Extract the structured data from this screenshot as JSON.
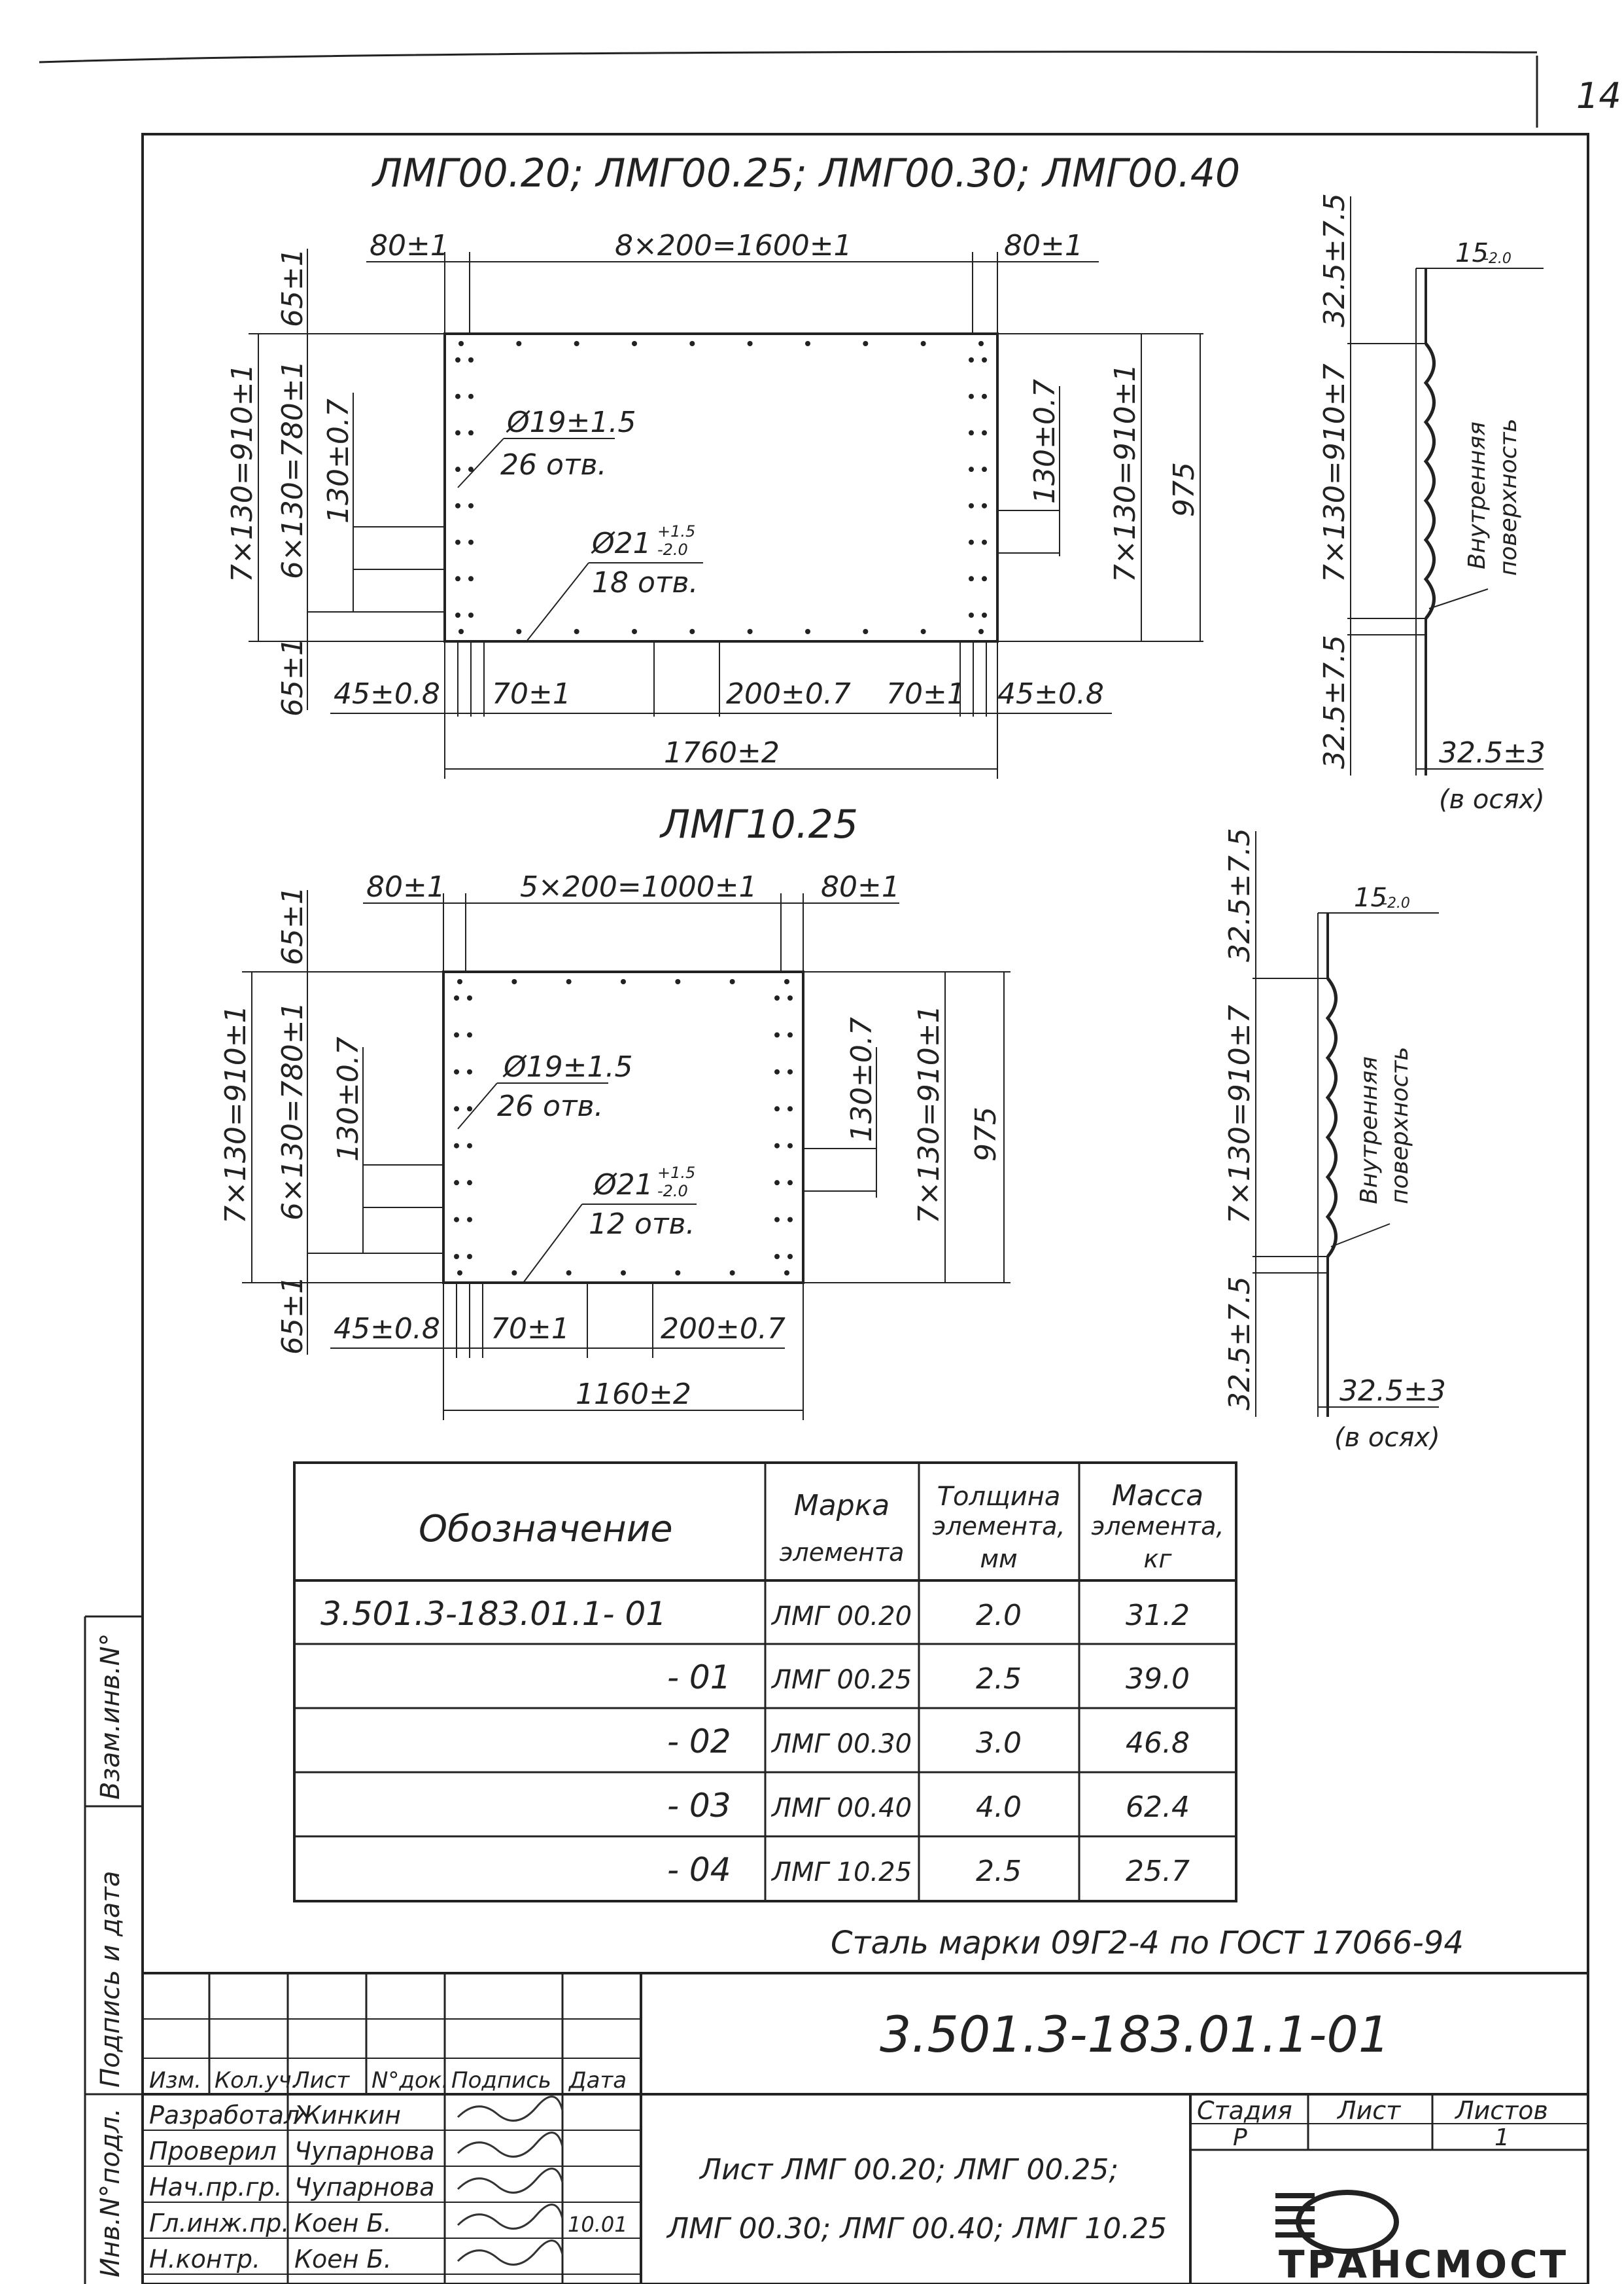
{
  "sheet_number": "14",
  "side_stamp": [
    "Инв.N°подл.",
    "Подпись и дата",
    "Взам.инв.N°"
  ],
  "drawing1": {
    "title": "ЛМГ00.20; ЛМГ00.25; ЛМГ00.30; ЛМГ00.40",
    "dim_top_left": "80±1",
    "dim_top_mid": "8×200=1600±1",
    "dim_top_right": "80±1",
    "dim_65_top": "65±1",
    "dim_65_bot": "65±1",
    "dim_left_outer": "7×130=910±1",
    "dim_left_mid": "6×130=780±1",
    "dim_left_inner": "130±0.7",
    "dim_right_inner": "130±0.7",
    "dim_right_mid": "7×130=910±1",
    "dim_right_outer": "975",
    "holes1_dia": "Ø19±1.5",
    "holes1_count": "26 отв.",
    "holes2_dia": "Ø21",
    "holes2_tol_up": "+1.5",
    "holes2_tol_dn": "-2.0",
    "holes2_count": "18 отв.",
    "dim_bot_45l": "45±0.8",
    "dim_bot_70l": "70±1",
    "dim_bot_200": "200±0.7",
    "dim_bot_70r": "70±1",
    "dim_bot_45r": "45±0.8",
    "dim_total": "1760±2"
  },
  "profile1": {
    "dim_top": "32.5±7.5",
    "dim_thk": "15",
    "dim_thk_tol": "-2.0",
    "dim_mid": "7×130=910±7",
    "label1": "Внутренняя",
    "label2": "поверхность",
    "dim_bot": "32.5±7.5",
    "dim_axis": "32.5±3",
    "dim_axis_note": "(в осях)"
  },
  "drawing2": {
    "title": "ЛМГ10.25",
    "dim_top_left": "80±1",
    "dim_top_mid": "5×200=1000±1",
    "dim_top_right": "80±1",
    "dim_65_top": "65±1",
    "dim_65_bot": "65±1",
    "dim_left_outer": "7×130=910±1",
    "dim_left_mid": "6×130=780±1",
    "dim_left_inner": "130±0.7",
    "dim_right_inner": "130±0.7",
    "dim_right_mid": "7×130=910±1",
    "dim_right_outer": "975",
    "holes1_dia": "Ø19±1.5",
    "holes1_count": "26 отв.",
    "holes2_dia": "Ø21",
    "holes2_tol_up": "+1.5",
    "holes2_tol_dn": "-2.0",
    "holes2_count": "12 отв.",
    "dim_bot_45l": "45±0.8",
    "dim_bot_70l": "70±1",
    "dim_bot_200": "200±0.7",
    "dim_total": "1160±2"
  },
  "profile2": {
    "dim_top": "32.5±7.5",
    "dim_thk": "15",
    "dim_thk_tol": "-2.0",
    "dim_mid": "7×130=910±7",
    "label1": "Внутренняя",
    "label2": "поверхность",
    "dim_bot": "32.5±7.5",
    "dim_axis": "32.5±3",
    "dim_axis_note": "(в осях)"
  },
  "table": {
    "headers": {
      "designation": "Обозначение",
      "mark_1": "Марка",
      "mark_2": "элемента",
      "thick_1": "Толщина",
      "thick_2": "элемента,",
      "thick_3": "мм",
      "mass_1": "Масса",
      "mass_2": "элемента,",
      "mass_3": "кг"
    },
    "rows": [
      {
        "designation": "3.501.3-183.01.1- 01",
        "mark": "ЛМГ 00.20",
        "thickness": "2.0",
        "mass": "31.2"
      },
      {
        "designation": "- 01",
        "mark": "ЛМГ 00.25",
        "thickness": "2.5",
        "mass": "39.0"
      },
      {
        "designation": "- 02",
        "mark": "ЛМГ 00.30",
        "thickness": "3.0",
        "mass": "46.8"
      },
      {
        "designation": "- 03",
        "mark": "ЛМГ 00.40",
        "thickness": "4.0",
        "mass": "62.4"
      },
      {
        "designation": "- 04",
        "mark": "ЛМГ 10.25",
        "thickness": "2.5",
        "mass": "25.7"
      }
    ]
  },
  "steel_note": "Сталь марки 09Г2-4 по ГОСТ 17066-94",
  "title_block": {
    "doc_code": "3.501.3-183.01.1-01",
    "col_headers": [
      "Изм.",
      "Кол.уч.",
      "Лист",
      "N°док.",
      "Подпись",
      "Дата"
    ],
    "roles": [
      {
        "role": "Разработал",
        "name": "Жинкин",
        "date": ""
      },
      {
        "role": "Проверил",
        "name": "Чупарнова",
        "date": ""
      },
      {
        "role": "Нач.пр.гр.",
        "name": "Чупарнова",
        "date": ""
      },
      {
        "role": "Гл.инж.пр.",
        "name": "Коен Б.",
        "date": "10.01"
      },
      {
        "role": "Н.контр.",
        "name": "Коен Б.",
        "date": ""
      }
    ],
    "name_line1": "Лист ЛМГ 00.20; ЛМГ 00.25;",
    "name_line2": "ЛМГ 00.30; ЛМГ 00.40; ЛМГ 10.25",
    "stage_header": "Стадия",
    "sheet_header": "Лист",
    "sheets_header": "Листов",
    "stage": "Р",
    "sheet": "",
    "sheets": "1",
    "logo_text": "ТРАНСМОСТ"
  }
}
